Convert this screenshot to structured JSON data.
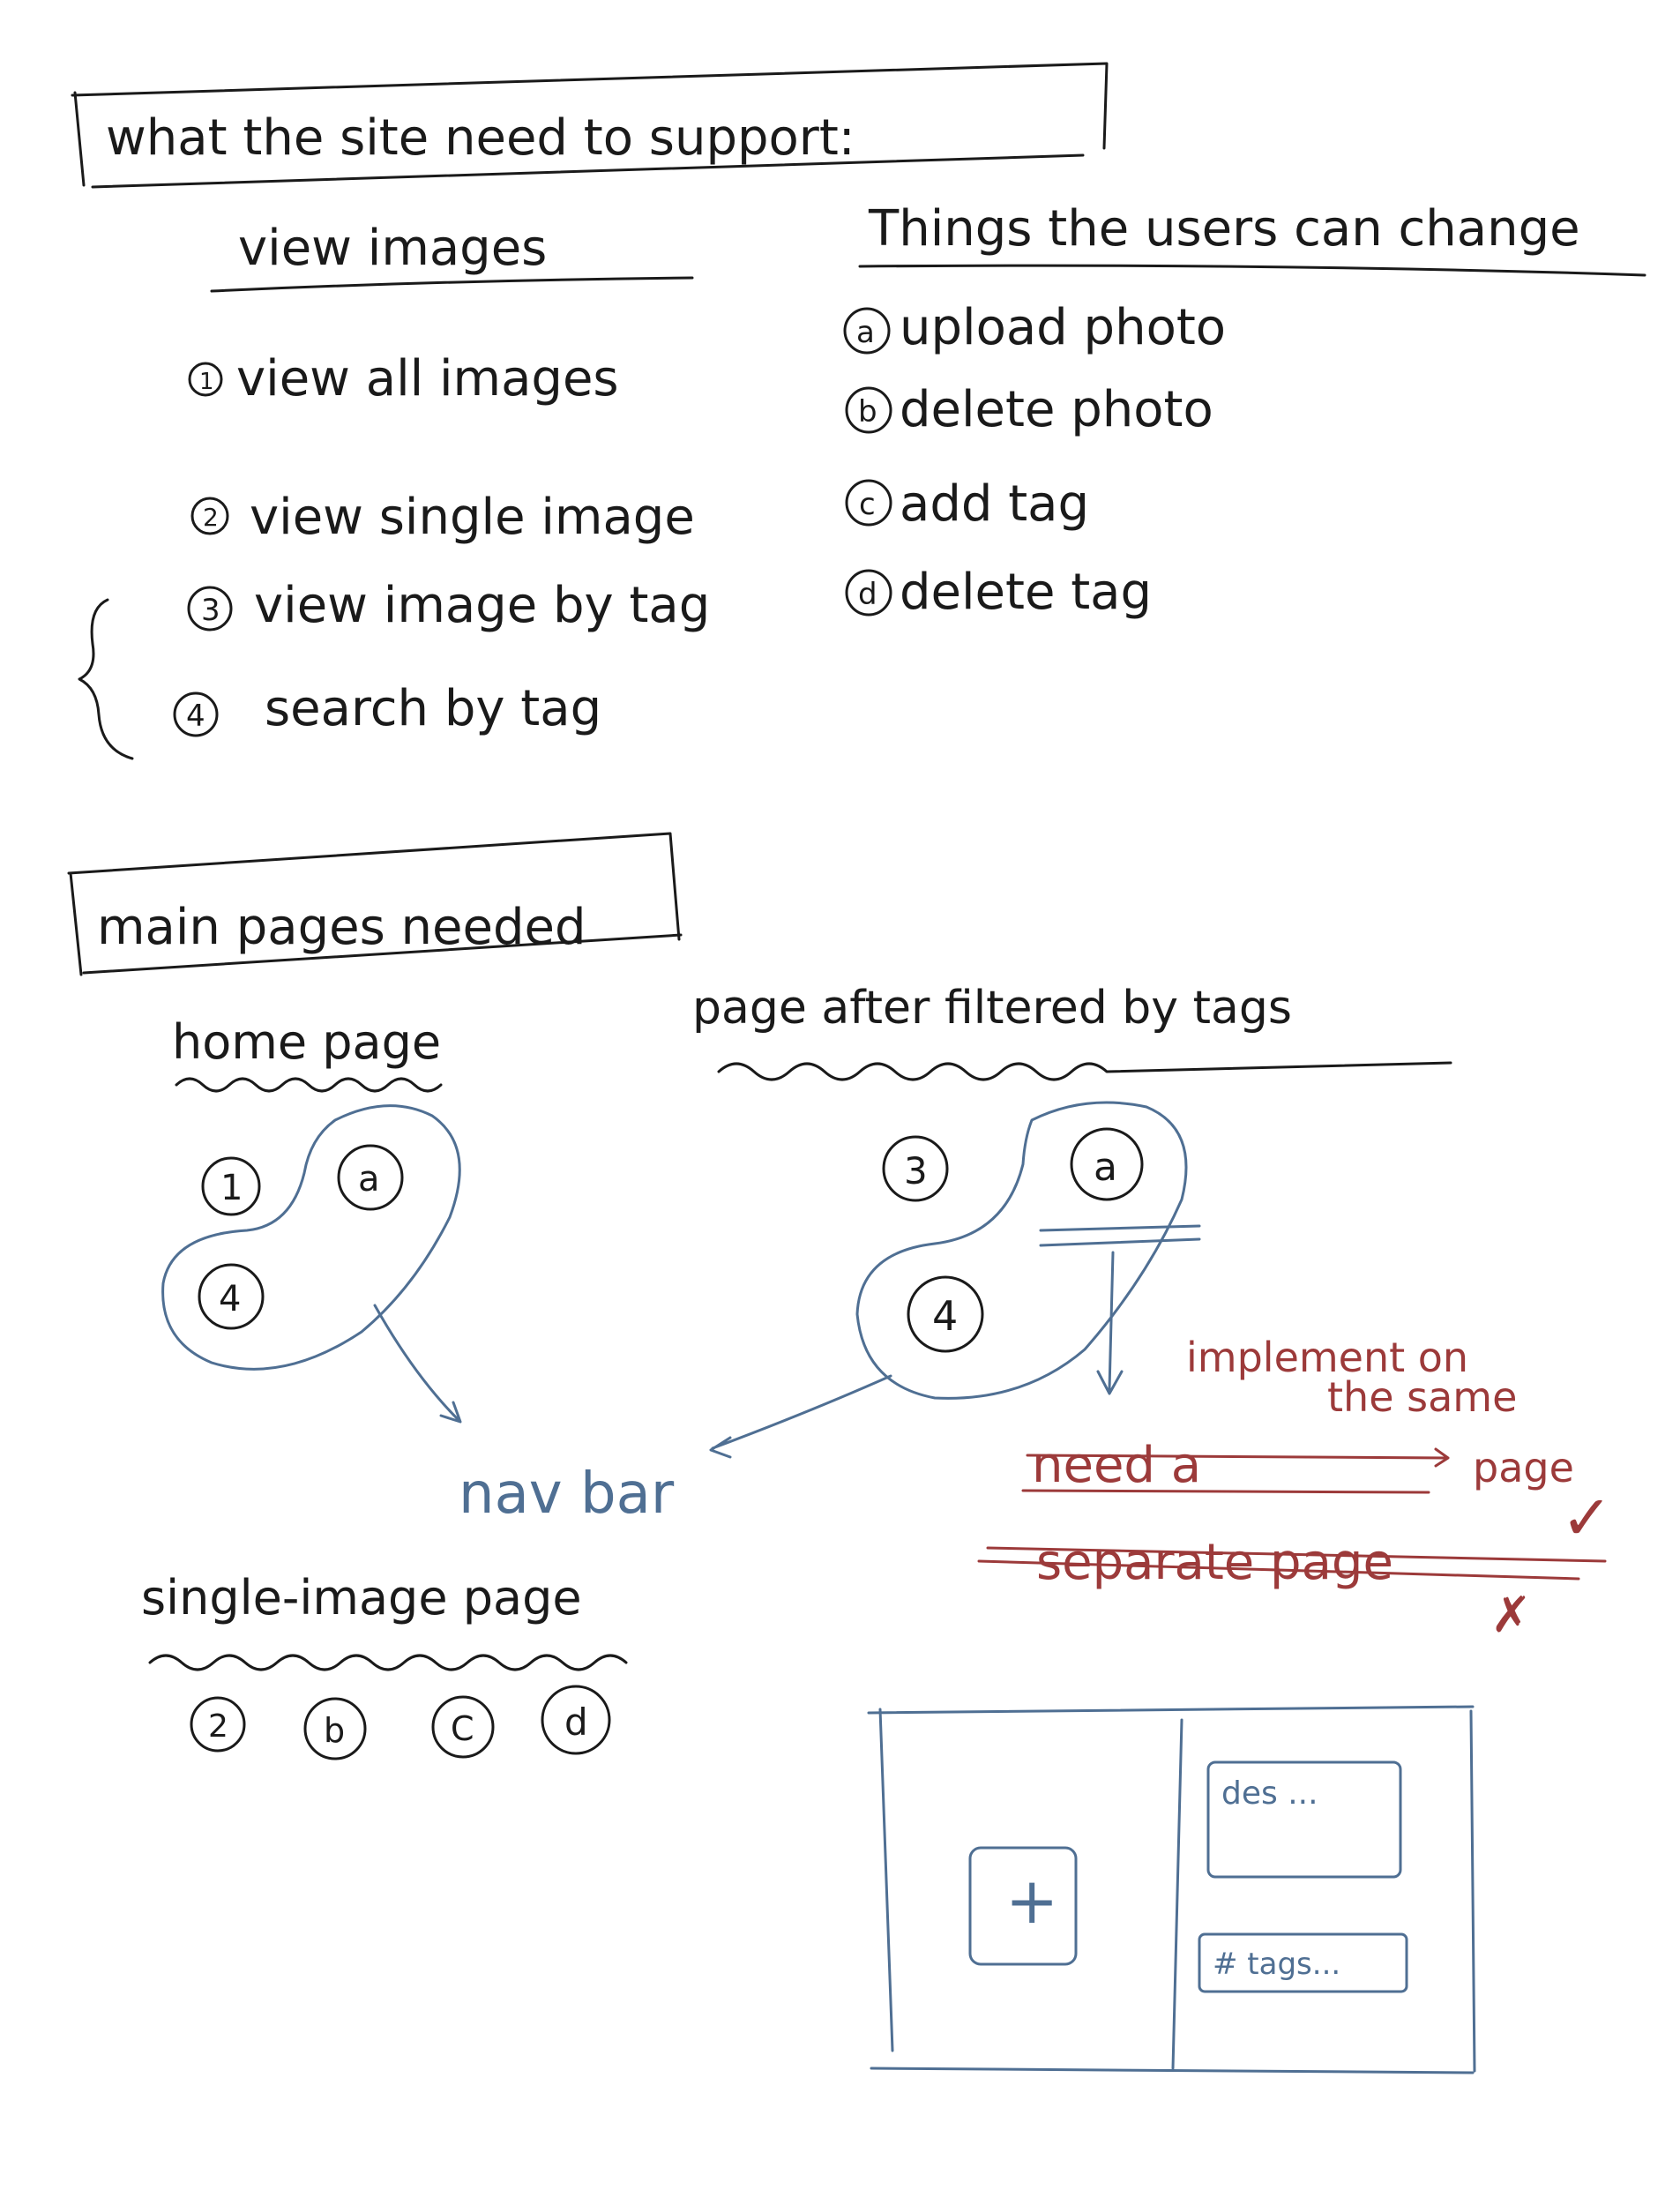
{
  "support_heading": "what the site need to support:",
  "view_images": {
    "heading": "view images",
    "items": [
      {
        "marker": "1",
        "text": "view all images"
      },
      {
        "marker": "2",
        "text": "view single image"
      },
      {
        "marker": "3",
        "text": "view image by tag"
      },
      {
        "marker": "4",
        "text": "search by tag"
      }
    ]
  },
  "user_changes": {
    "heading": "Things the users can change",
    "items": [
      {
        "marker": "a",
        "text": "upload photo"
      },
      {
        "marker": "b",
        "text": "delete photo"
      },
      {
        "marker": "c",
        "text": "add tag"
      },
      {
        "marker": "d",
        "text": "delete tag"
      }
    ]
  },
  "pages_heading": "main pages needed",
  "home_page": {
    "title": "home page",
    "markers": [
      "1",
      "a",
      "4"
    ]
  },
  "filtered_page": {
    "title": "page after filtered by tags",
    "markers": [
      "3",
      "a",
      "4"
    ]
  },
  "nav_bar": "nav bar",
  "note_same_page": {
    "line1": "implement on",
    "line2": "the same",
    "line3": "page",
    "check": "✓"
  },
  "struck": {
    "line1": "need a",
    "line2": "separate page",
    "cross": "✗"
  },
  "single_image_page": {
    "title": "single-image page",
    "markers": [
      "2",
      "b",
      "C",
      "d"
    ]
  },
  "wireframe": {
    "add_symbol": "+",
    "description_placeholder": "des ...",
    "tags_placeholder": "# tags..."
  }
}
